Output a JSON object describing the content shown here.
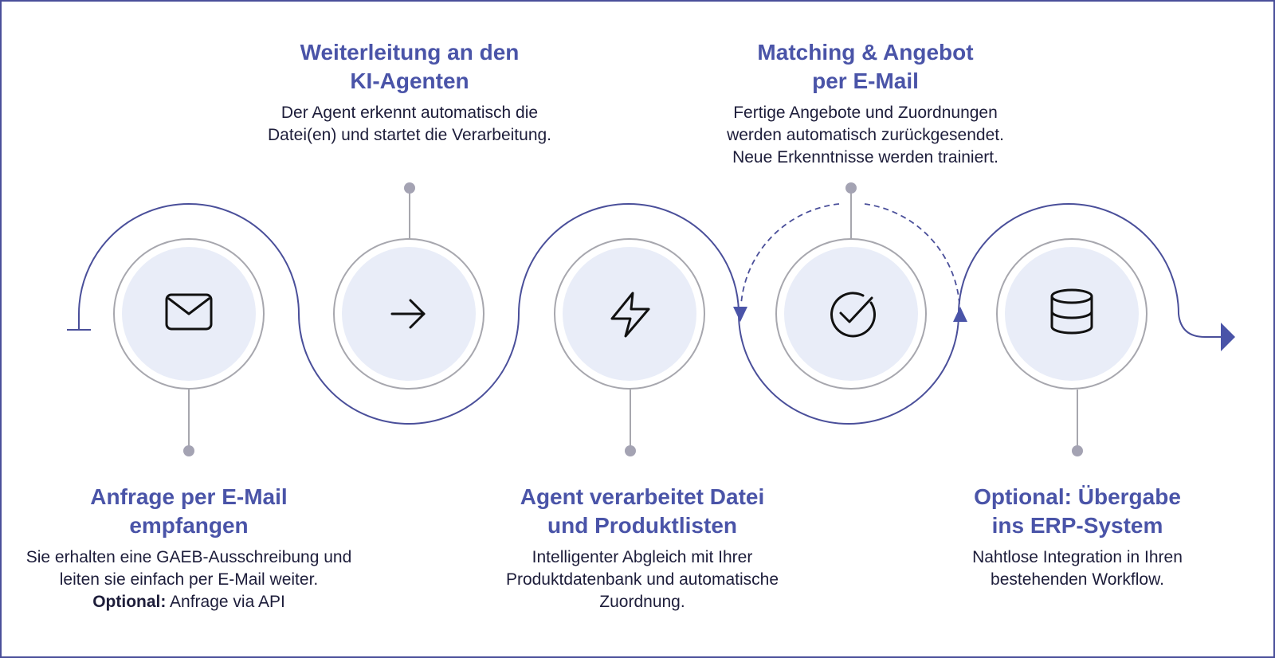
{
  "colors": {
    "accent": "#4a54a8",
    "line": "#4a4f9a",
    "node_fill": "#e9edf8",
    "node_ring": "#a7a7ae",
    "pin": "#a4a3b3",
    "text": "#1d1d3a"
  },
  "steps": [
    {
      "title_line1": "Anfrage per E-Mail",
      "title_line2": "empfangen",
      "desc_line1": "Sie erhalten eine GAEB-Ausschreibung und",
      "desc_line2": "leiten sie einfach per E-Mail weiter.",
      "optional_label": "Optional:",
      "optional_text": " Anfrage via API",
      "icon": "envelope-icon"
    },
    {
      "title_line1": "Weiterleitung an den",
      "title_line2": "KI-Agenten",
      "desc_line1": "Der Agent erkennt automatisch die",
      "desc_line2": "Datei(en) und startet die Verarbeitung.",
      "icon": "arrow-right-icon"
    },
    {
      "title_line1": "Agent verarbeitet Datei",
      "title_line2": "und Produktlisten",
      "desc_line1": "Intelligenter Abgleich mit Ihrer",
      "desc_line2": "Produktdatenbank und automatische",
      "desc_line3": "Zuordnung.",
      "icon": "lightning-icon"
    },
    {
      "title_line1": "Matching & Angebot",
      "title_line2": "per E-Mail",
      "desc_line1": "Fertige Angebote und Zuordnungen",
      "desc_line2": "werden automatisch zurückgesendet.",
      "desc_line3": "Neue Erkenntnisse werden trainiert.",
      "icon": "check-circle-icon"
    },
    {
      "title_line1": "Optional: Übergabe",
      "title_line2": "ins ERP-System",
      "desc_line1": "Nahtlose Integration in Ihren",
      "desc_line2": "bestehenden Workflow.",
      "icon": "database-icon"
    }
  ]
}
